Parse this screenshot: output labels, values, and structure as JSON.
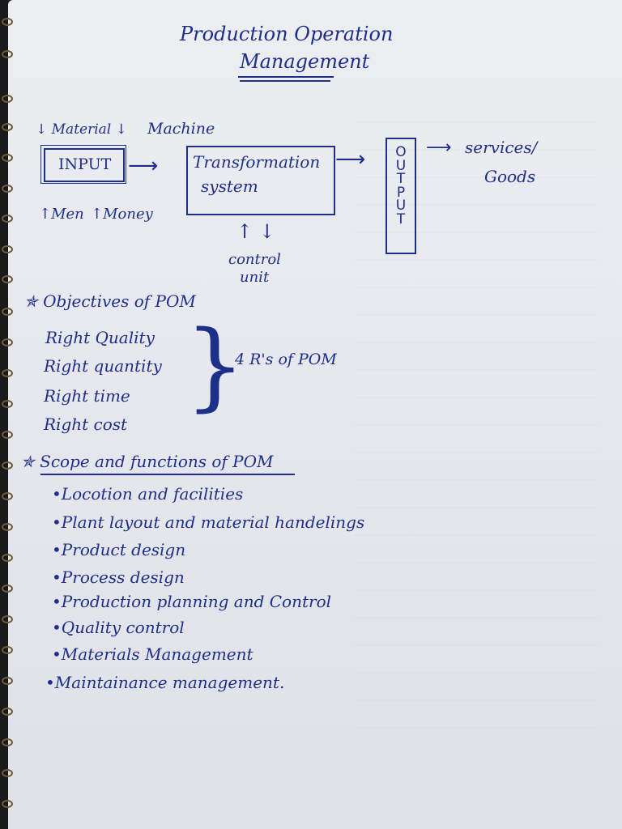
{
  "title": {
    "line1": "Production Operation",
    "line2": "Management"
  },
  "diagram": {
    "material_label": "↓ Material ↓",
    "machine_label": "Machine",
    "input_box": "INPUT",
    "men_label": "↑Men",
    "money_label": "↑Money",
    "transformation_line1": "Transformation",
    "transformation_line2": "system",
    "output_letters": [
      "O",
      "U",
      "T",
      "P",
      "U",
      "T"
    ],
    "services_label": "services/",
    "goods_label": "Goods",
    "control_arrows": "↑ ↓",
    "control_line1": "control",
    "control_line2": "unit"
  },
  "objectives": {
    "heading": "✯ Objectives of POM",
    "items": [
      "Right Quality",
      "Right quantity",
      "Right time",
      "Right cost"
    ],
    "brace_label": "4 R's of POM"
  },
  "scope": {
    "heading": "✯ Scope and functions of POM",
    "items": [
      "•Locotion and facilities",
      "•Plant layout and material handelings",
      "•Product design",
      "•Process design",
      "•Production planning and Control",
      "•Quality control",
      "•Materials Management",
      "•Maintainance management."
    ]
  },
  "colors": {
    "ink": "#1e2f8a",
    "paper": "#e6e8ee",
    "binding": "#6f5a3a"
  }
}
